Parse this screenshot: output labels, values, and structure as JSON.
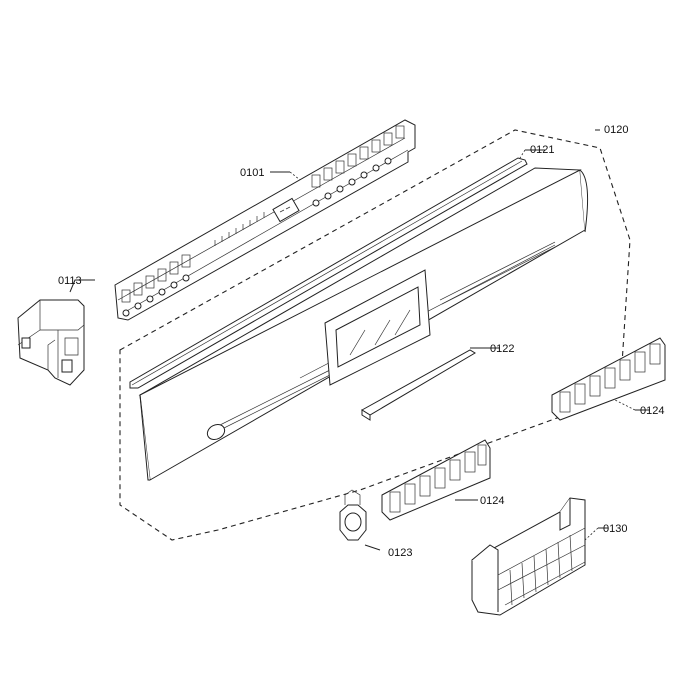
{
  "diagram": {
    "callouts": [
      {
        "id": "0101",
        "text": "0101"
      },
      {
        "id": "0113",
        "text": "0113"
      },
      {
        "id": "0120",
        "text": "0120"
      },
      {
        "id": "0121",
        "text": "0121"
      },
      {
        "id": "0122",
        "text": "0122"
      },
      {
        "id": "0123",
        "text": "0123"
      },
      {
        "id": "0124a",
        "text": "0124"
      },
      {
        "id": "0124b",
        "text": "0124"
      },
      {
        "id": "0130",
        "text": "0130"
      }
    ]
  }
}
